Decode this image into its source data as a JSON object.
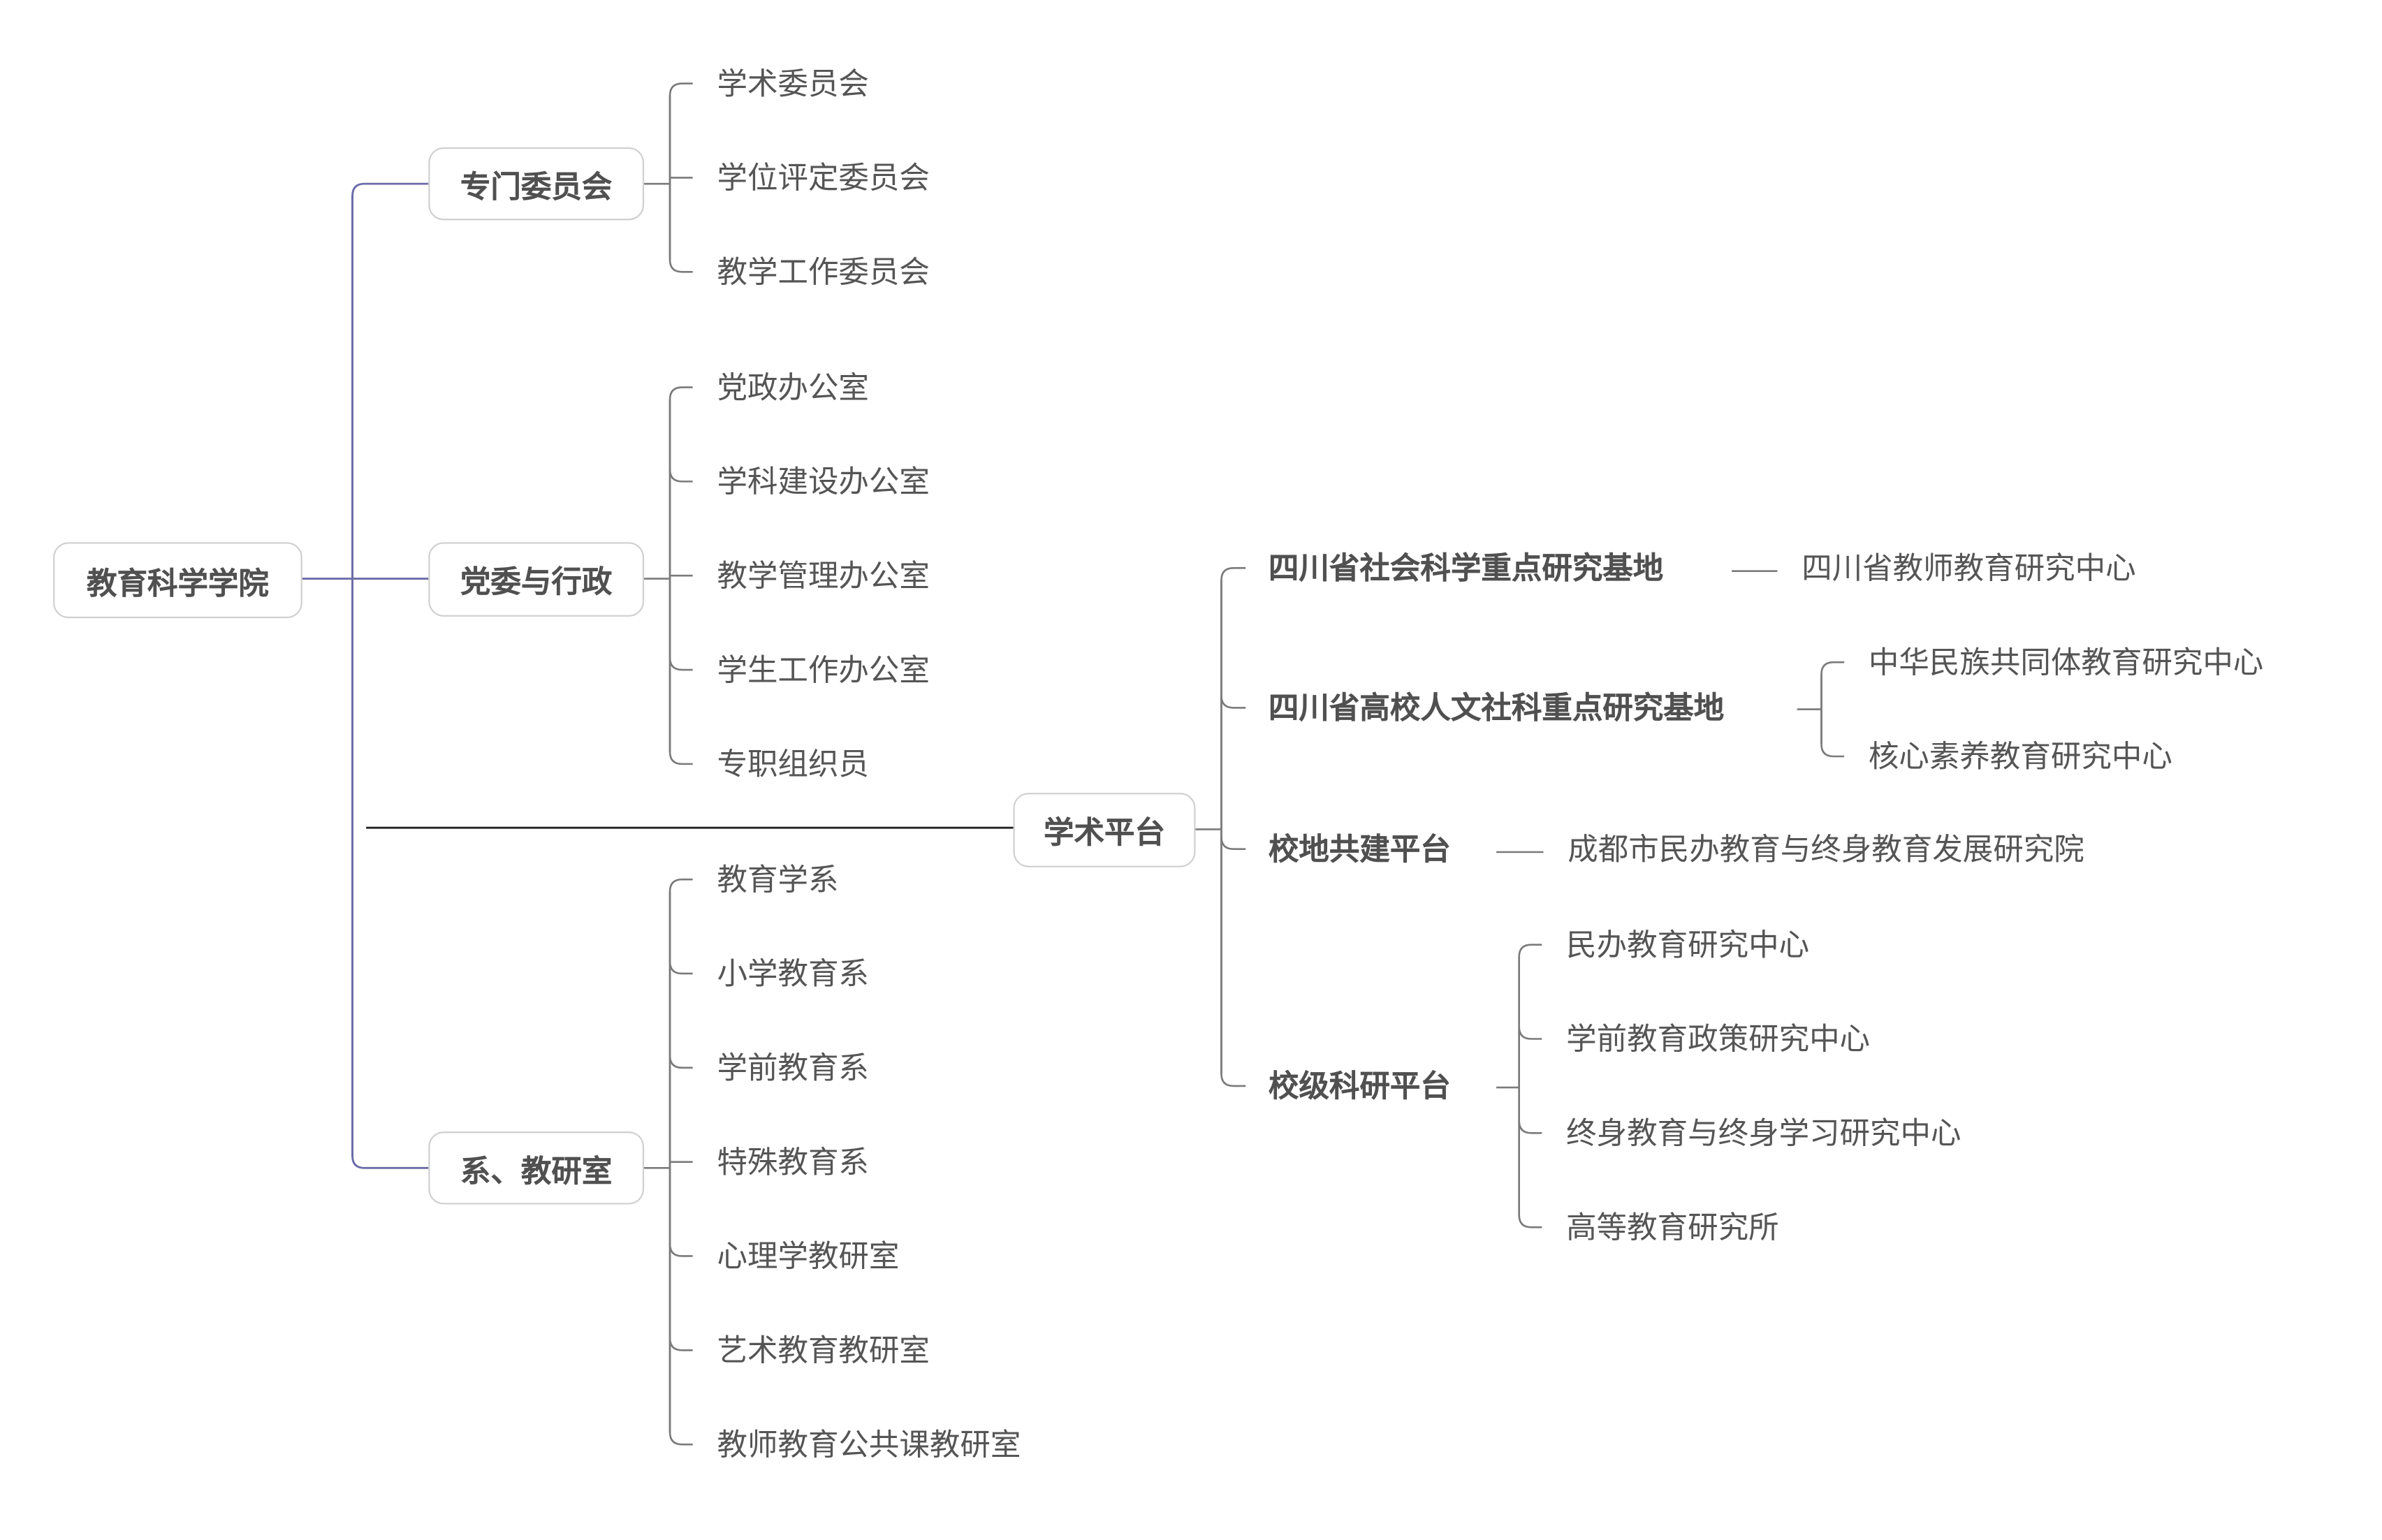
{
  "root": "教育科学学院",
  "branches": [
    {
      "label": "专门委员会",
      "children": [
        "学术委员会",
        "学位评定委员会",
        "教学工作委员会"
      ]
    },
    {
      "label": "党委与行政",
      "children": [
        "党政办公室",
        "学科建设办公室",
        "教学管理办公室",
        "学生工作办公室",
        "专职组织员"
      ]
    },
    {
      "label": "系、教研室",
      "children": [
        "教育学系",
        "小学教育系",
        "学前教育系",
        "特殊教育系",
        "心理学教研室",
        "艺术教育教研室",
        "教师教育公共课教研室"
      ]
    }
  ],
  "platform": {
    "label": "学术平台",
    "children": [
      {
        "label": "四川省社会科学重点研究基地",
        "children": [
          "四川省教师教育研究中心"
        ]
      },
      {
        "label": "四川省高校人文社科重点研究基地",
        "children": [
          "中华民族共同体教育研究中心",
          "核心素养教育研究中心"
        ]
      },
      {
        "label": "校地共建平台",
        "children": [
          "成都市民办教育与终身教育发展研究院"
        ]
      },
      {
        "label": "校级科研平台",
        "children": [
          "民办教育研究中心",
          "学前教育政策研究中心",
          "终身教育与终身学习研究中心",
          "高等教育研究所"
        ]
      }
    ]
  },
  "colors": {
    "main_branch": "#6b6ba8",
    "line": "#7a7a7a",
    "text": "#555555"
  }
}
